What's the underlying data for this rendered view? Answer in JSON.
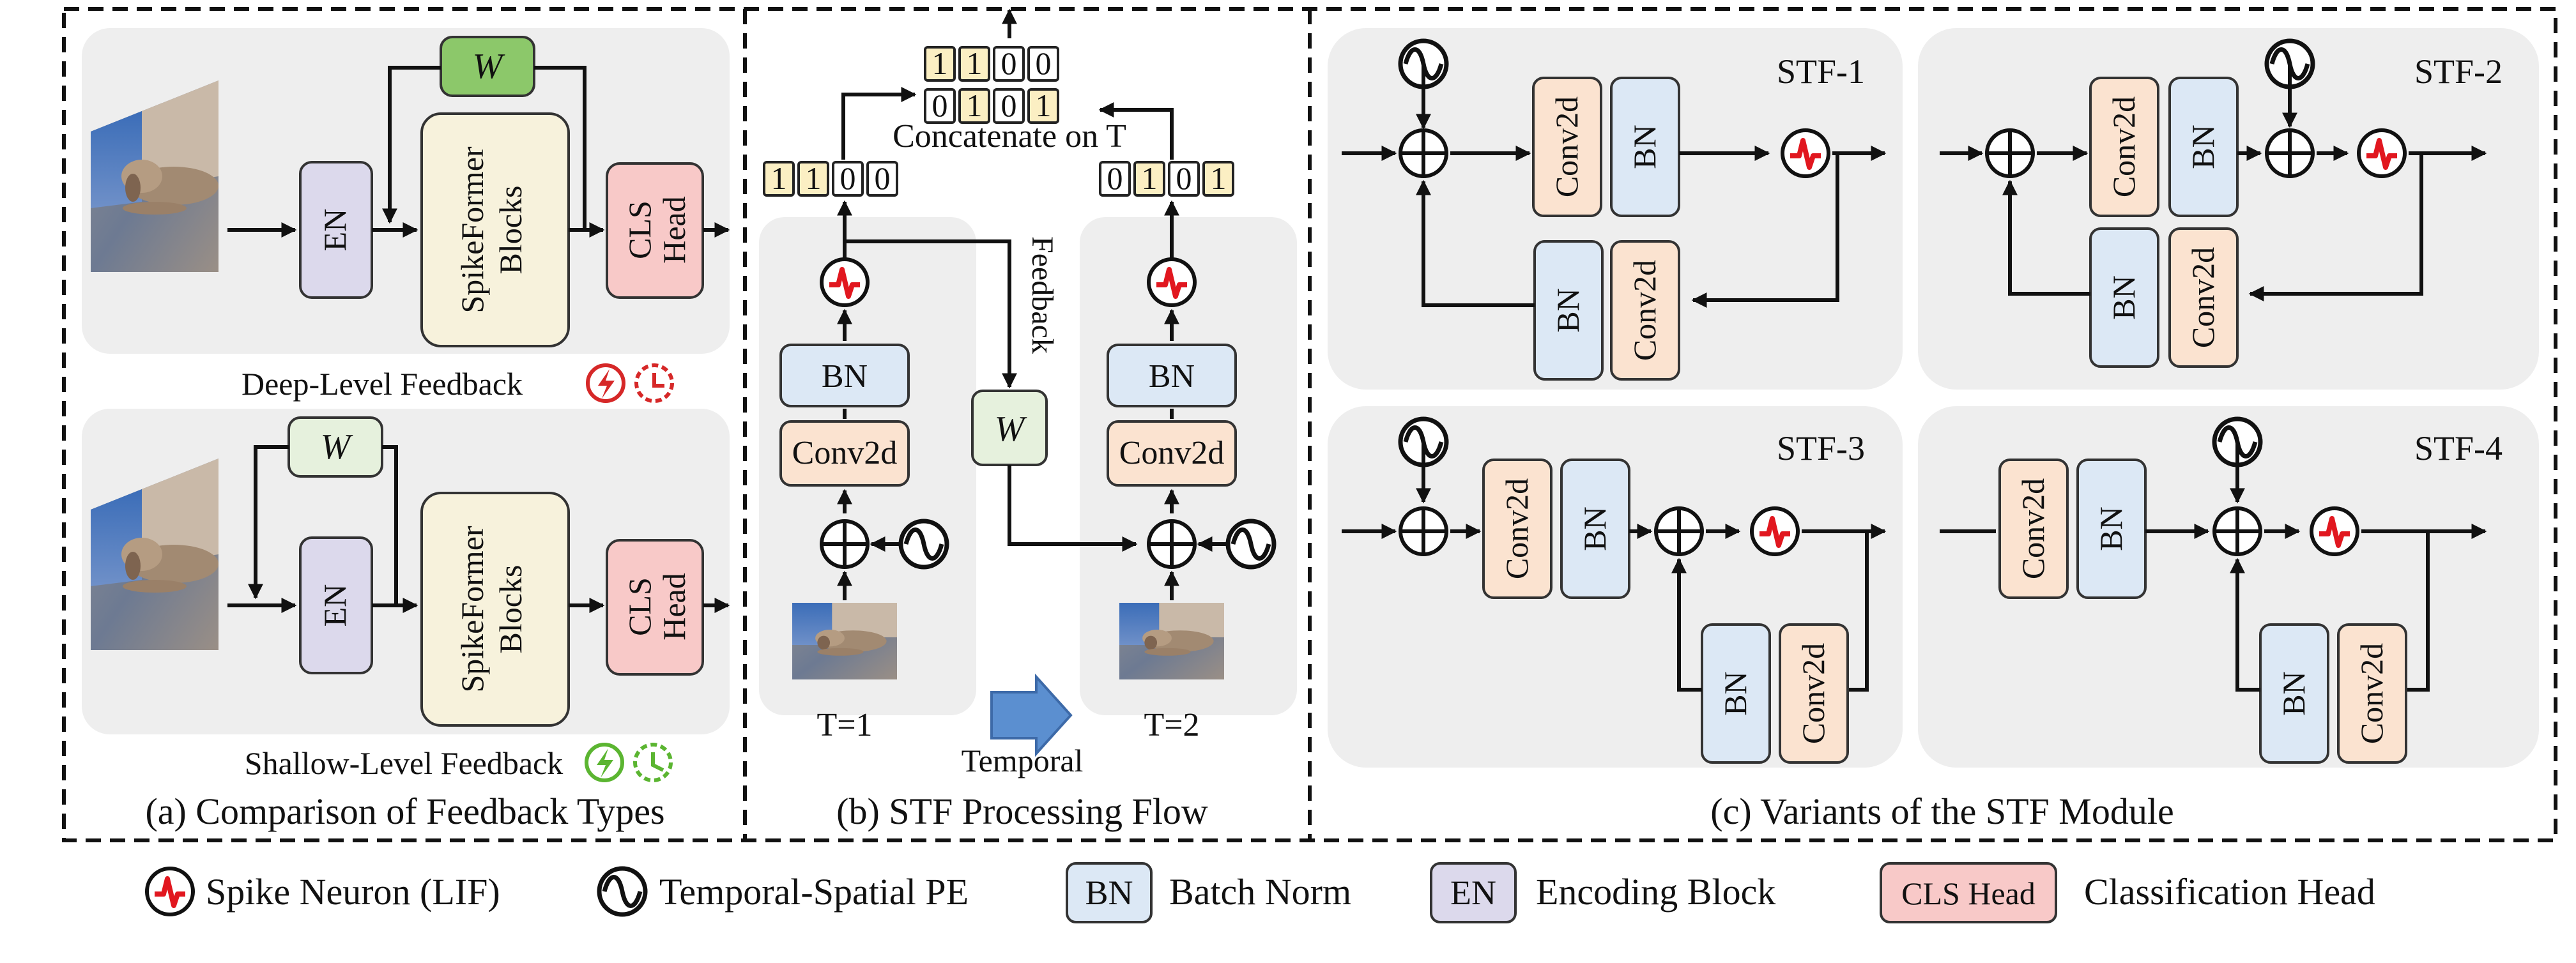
{
  "panel_a": {
    "caption": "(a) Comparison of Feedback Types",
    "deep": {
      "label": "Deep-Level Feedback",
      "w": "W",
      "en": "EN",
      "blocks": "SpikeFormer Blocks",
      "head": "CLS Head",
      "icons": [
        "lightning-circle-icon",
        "timer-icon"
      ],
      "icon_color": "#d62828"
    },
    "shallow": {
      "label": "Shallow-Level Feedback",
      "w": "W",
      "en": "EN",
      "blocks": "SpikeFormer Blocks",
      "head": "CLS Head",
      "icons": [
        "lightning-circle-icon",
        "timer-icon"
      ],
      "icon_color": "#5bb531"
    }
  },
  "panel_b": {
    "caption": "(b) STF Processing Flow",
    "concat_label": "Concatenate on T",
    "concat_bits_top": [
      "1",
      "1",
      "0",
      "0"
    ],
    "concat_bits_bottom": [
      "0",
      "1",
      "0",
      "1"
    ],
    "t1_bits": [
      "1",
      "1",
      "0",
      "0"
    ],
    "t2_bits": [
      "0",
      "1",
      "0",
      "1"
    ],
    "feedback_label": "Feedback",
    "w": "W",
    "bn": "BN",
    "conv": "Conv2d",
    "t1_label": "T=1",
    "t2_label": "T=2",
    "temporal_label": "Temporal"
  },
  "panel_c": {
    "caption": "(c) Variants of the STF Module",
    "variants": [
      {
        "title": "STF-1",
        "conv": "Conv2d",
        "bn": "BN"
      },
      {
        "title": "STF-2",
        "conv": "Conv2d",
        "bn": "BN"
      },
      {
        "title": "STF-3",
        "conv": "Conv2d",
        "bn": "BN"
      },
      {
        "title": "STF-4",
        "conv": "Conv2d",
        "bn": "BN"
      }
    ]
  },
  "legend": [
    {
      "icon": "spike-neuron-icon",
      "text": "Spike Neuron (LIF)"
    },
    {
      "icon": "sine-wave-icon",
      "text": "Temporal-Spatial PE"
    },
    {
      "key": "BN",
      "text": "Batch Norm"
    },
    {
      "key": "EN",
      "text": "Encoding Block"
    },
    {
      "key": "CLS Head",
      "text": "Classification Head"
    }
  ],
  "colors": {
    "bn": "#dce8f5",
    "conv": "#fbe3d0",
    "en": "#dcd9ec",
    "blocks": "#f7f2dc",
    "head": "#f8c9c8",
    "w_green": "#8cc86a",
    "w_light": "#e6f1dd",
    "bit_fill": "#fbefc3",
    "panel_bg": "#eeeeee",
    "spike": "#e1171f"
  }
}
